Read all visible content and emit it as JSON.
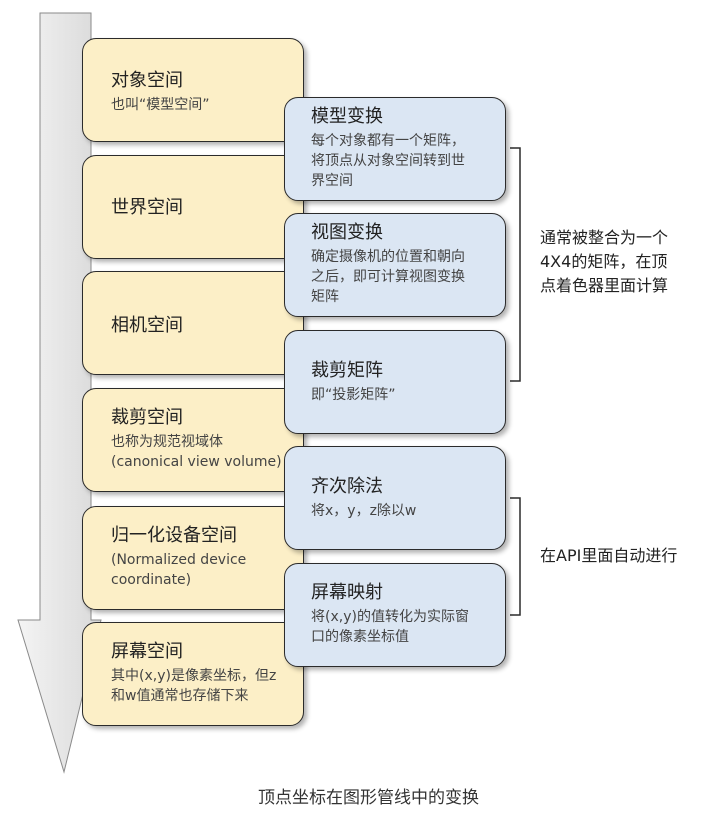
{
  "spaces": [
    {
      "title": "对象空间",
      "desc": "也叫“模型空间”"
    },
    {
      "title": "世界空间",
      "desc": ""
    },
    {
      "title": "相机空间",
      "desc": ""
    },
    {
      "title": "裁剪空间",
      "desc": "也称为规范视域体\n(canonical view volume)"
    },
    {
      "title": "归一化设备空间",
      "desc": "(Normalized device\ncoordinate)"
    },
    {
      "title": "屏幕空间",
      "desc": "其中(x,y)是像素坐标，但z\n和w值通常也存储下来"
    }
  ],
  "transforms": [
    {
      "title": "模型变换",
      "desc": "每个对象都有一个矩阵，\n将顶点从对象空间转到世\n界空间"
    },
    {
      "title": "视图变换",
      "desc": "确定摄像机的位置和朝向\n之后，即可计算视图变换\n矩阵"
    },
    {
      "title": "裁剪矩阵",
      "desc": "即“投影矩阵”"
    },
    {
      "title": "齐次除法",
      "desc": "将x，y，z除以w"
    },
    {
      "title": "屏幕映射",
      "desc": "将(x,y)的值转化为实际窗\n口的像素坐标值"
    }
  ],
  "notes": {
    "combined": "通常被整合为一个\n4X4的矩阵，在顶\n点着色器里面计算",
    "api": "在API里面自动进行"
  },
  "caption": "顶点坐标在图形管线中的变换",
  "colors": {
    "space_fill": "#fcefc7",
    "transform_fill": "#dbe6f3",
    "arrow_fill": "#e8e8e8",
    "border": "#2b2b2b"
  }
}
